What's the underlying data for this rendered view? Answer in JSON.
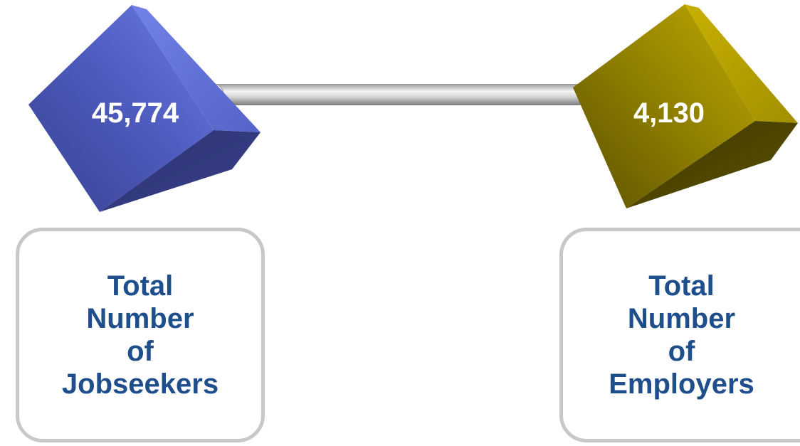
{
  "nodes": [
    {
      "id": "jobseekers",
      "value": "45,774",
      "label_lines": [
        "Total",
        "Number",
        "of",
        "Jobseekers"
      ],
      "color": "#6b78d8"
    },
    {
      "id": "employers",
      "value": "4,130",
      "label_lines": [
        "Total",
        "Number",
        "of",
        "Employers"
      ],
      "color": "#b8a000"
    }
  ],
  "colors": {
    "label_text": "#1f4e8c",
    "label_border": "#c8c8c8",
    "connector": "#d9d9d9"
  }
}
